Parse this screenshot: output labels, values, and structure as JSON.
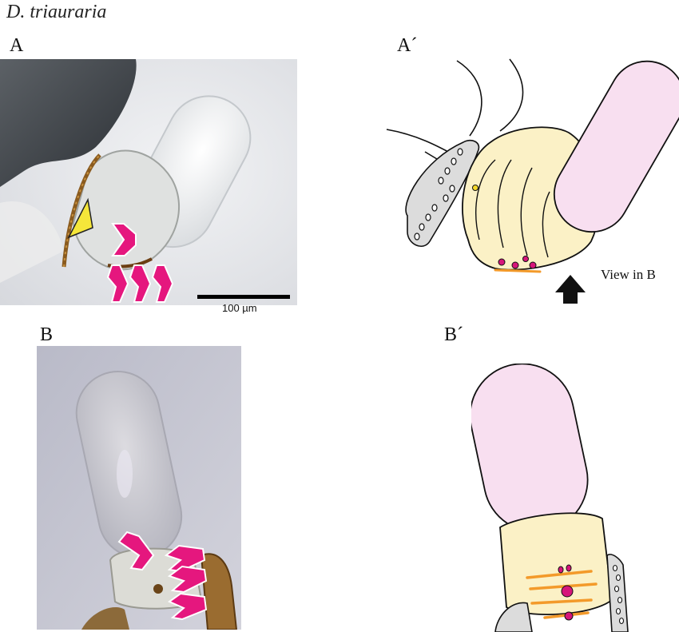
{
  "species": "D. triauraria",
  "panels": {
    "a": "A",
    "a_prime": "A´",
    "b": "B",
    "b_prime": "B´"
  },
  "scale_bar": "100 µm",
  "view_caption": "View in B",
  "colors": {
    "arrow_magenta": "#e5177e",
    "arrowhead_yellow": "#f5e63a",
    "pink_fill": "#f8dff0",
    "cream_fill": "#fbf1c6",
    "grey_fill": "#d9d9d9",
    "orange_mark": "#f39a2a",
    "dot_magenta": "#d6157a"
  }
}
